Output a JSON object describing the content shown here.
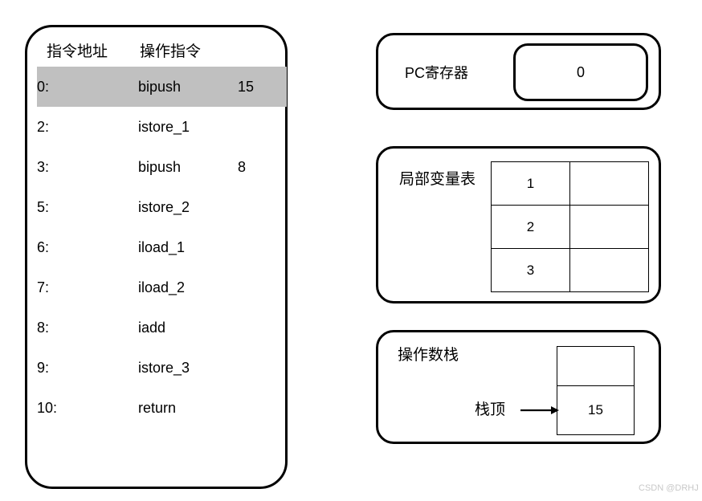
{
  "instruction_panel": {
    "headers": {
      "address": "指令地址",
      "operation": "操作指令"
    },
    "rows": [
      {
        "address": "0:",
        "mnemonic": "bipush",
        "operand": "15",
        "highlighted": true
      },
      {
        "address": "2:",
        "mnemonic": "istore_1",
        "operand": "",
        "highlighted": false
      },
      {
        "address": "3:",
        "mnemonic": "bipush",
        "operand": "8",
        "highlighted": false
      },
      {
        "address": "5:",
        "mnemonic": "istore_2",
        "operand": "",
        "highlighted": false
      },
      {
        "address": "6:",
        "mnemonic": "iload_1",
        "operand": "",
        "highlighted": false
      },
      {
        "address": "7:",
        "mnemonic": "iload_2",
        "operand": "",
        "highlighted": false
      },
      {
        "address": "8:",
        "mnemonic": "iadd",
        "operand": "",
        "highlighted": false
      },
      {
        "address": "9:",
        "mnemonic": "istore_3",
        "operand": "",
        "highlighted": false
      },
      {
        "address": "10:",
        "mnemonic": "return",
        "operand": "",
        "highlighted": false
      }
    ]
  },
  "pc_register": {
    "label": "PC寄存器",
    "value": "0"
  },
  "local_variable_table": {
    "label": "局部变量表",
    "rows": [
      {
        "index": "1",
        "value": ""
      },
      {
        "index": "2",
        "value": ""
      },
      {
        "index": "3",
        "value": ""
      }
    ]
  },
  "operand_stack": {
    "label": "操作数栈",
    "top_pointer_label": "栈顶",
    "cells": [
      {
        "value": ""
      },
      {
        "value": "15"
      }
    ]
  },
  "watermark": "CSDN @DRHJ",
  "colors": {
    "highlight": "#c0c0c0",
    "stroke": "#000000",
    "background": "#ffffff",
    "watermark": "#c8c8c8"
  }
}
